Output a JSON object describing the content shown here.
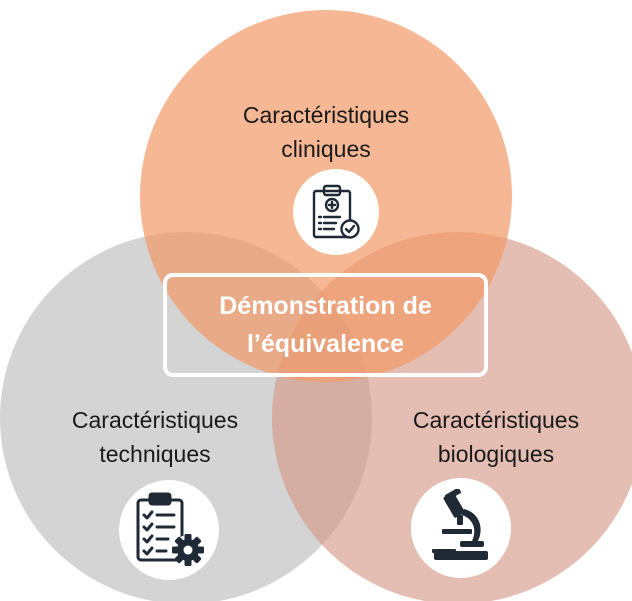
{
  "title": "Démonstration de l’équivalence",
  "center": {
    "line1": "Démonstration de",
    "line2": "l’équivalence"
  },
  "circles": [
    {
      "id": "clinical",
      "line1": "Caractéristiques",
      "line2": "cliniques",
      "icon": "clipboard-medical-check-icon",
      "color": "#f3a779"
    },
    {
      "id": "technical",
      "line1": "Caractéristiques",
      "line2": "techniques",
      "icon": "checklist-gear-icon",
      "color": "#c8c8c8"
    },
    {
      "id": "biological",
      "line1": "Caractéristiques",
      "line2": "biologiques",
      "icon": "microscope-icon",
      "color": "#dba898"
    }
  ],
  "colors": {
    "clinical": "#f3a779",
    "technical": "#c8c8c8",
    "biological": "#dba898",
    "box_border": "#ffffff",
    "center_text": "#ffffff",
    "icon": "#1f2a36"
  }
}
